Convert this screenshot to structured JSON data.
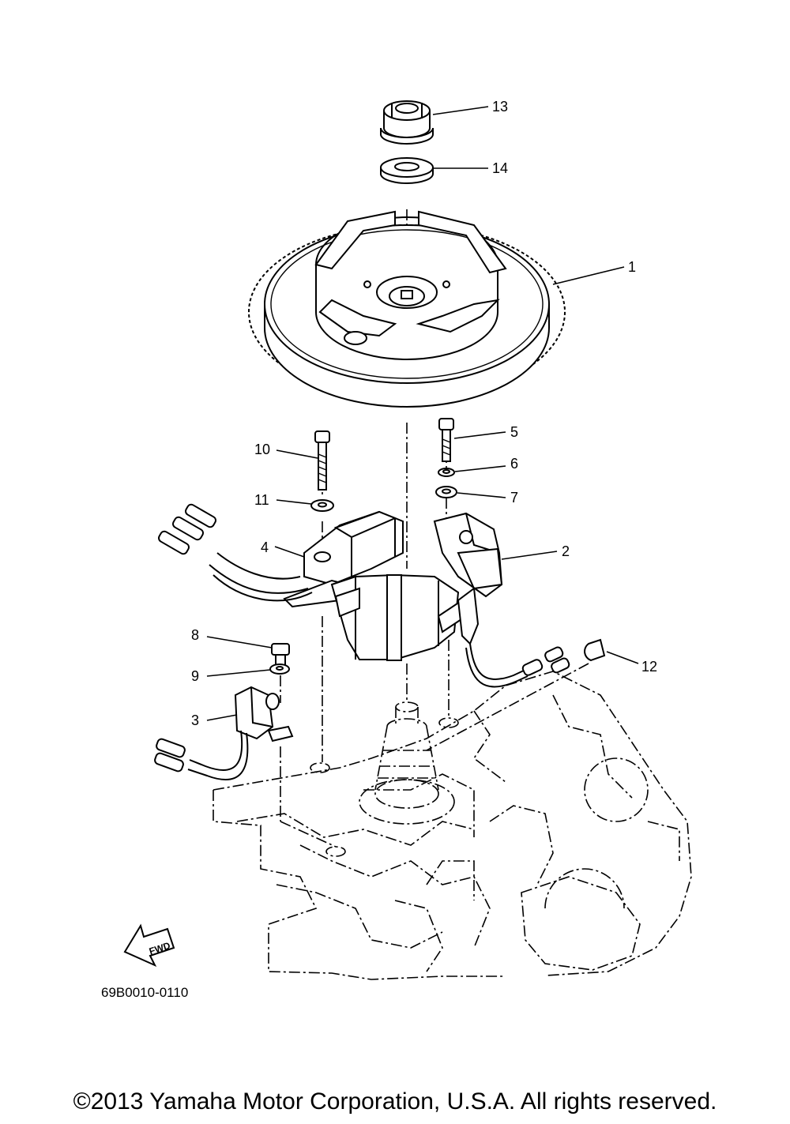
{
  "callouts": [
    {
      "number": "1"
    },
    {
      "number": "2"
    },
    {
      "number": "3"
    },
    {
      "number": "4"
    },
    {
      "number": "5"
    },
    {
      "number": "6"
    },
    {
      "number": "7"
    },
    {
      "number": "8"
    },
    {
      "number": "9"
    },
    {
      "number": "10"
    },
    {
      "number": "11"
    },
    {
      "number": "12"
    },
    {
      "number": "13"
    },
    {
      "number": "14"
    }
  ],
  "diagram_code": "69B0010-0110",
  "direction_label": "FWD",
  "copyright": "©2013 Yamaha Motor Corporation, U.S.A. All rights reserved."
}
